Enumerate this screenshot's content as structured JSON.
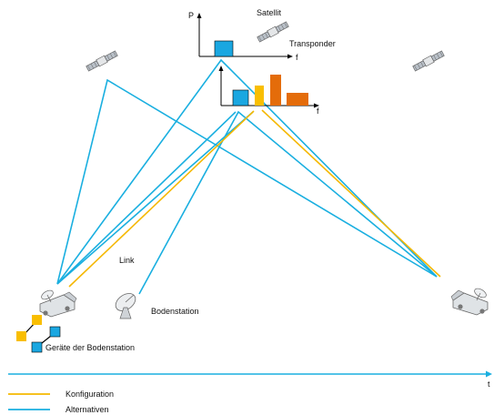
{
  "colors": {
    "configuration": "#F5B800",
    "alternative": "#1AAFE0",
    "bar_blue": "#1AA7E1",
    "bar_yellow": "#F9BE00",
    "bar_orange": "#E46C0A",
    "square_yellow": "#F9BE00",
    "square_blue": "#1AA7E1",
    "axis": "#000000",
    "timeline": "#1AAFE0"
  },
  "labels": {
    "power_axis": "P",
    "satellite": "Satellit",
    "transponder": "Transponder",
    "freq_axis_top": "f",
    "freq_axis_transponder": "f",
    "link": "Link",
    "ground_station": "Bodenstation",
    "devices": "Geräte der Bodenstation",
    "time_axis": "t"
  },
  "legend": [
    {
      "label": "Konfiguration",
      "color": "#F5B800"
    },
    {
      "label": "Alternativen",
      "color": "#1AAFE0"
    }
  ],
  "icons": [
    "satellite-icon",
    "truck-antenna-icon",
    "dish-antenna-icon"
  ]
}
